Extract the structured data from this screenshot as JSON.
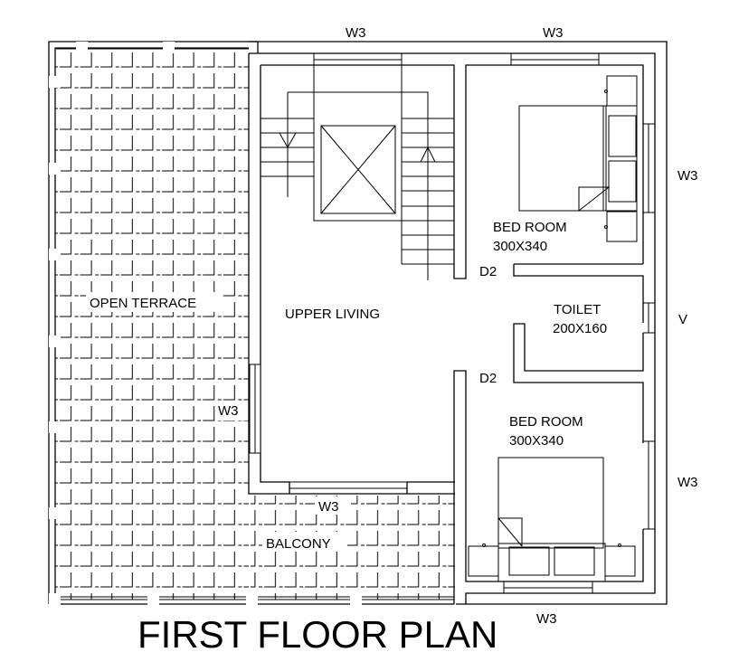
{
  "title": "FIRST FLOOR PLAN",
  "rooms": {
    "open_terrace": {
      "name": "OPEN TERRACE"
    },
    "upper_living": {
      "name": "UPPER LIVING"
    },
    "bedroom_1": {
      "name": "BED ROOM",
      "size": "300X340"
    },
    "toilet": {
      "name": "TOILET",
      "size": "200X160"
    },
    "bedroom_2": {
      "name": "BED ROOM",
      "size": "300X340"
    },
    "balcony": {
      "name": "BALCONY"
    }
  },
  "openings": {
    "window_top_stair": "W3",
    "window_top_bed1": "W3",
    "window_right_bed1": "W3",
    "ventilator_toilet": "V",
    "window_right_bed2": "W3",
    "window_bottom_bed2": "W3",
    "window_living_left": "W3",
    "window_living_bottom": "W3",
    "door_bed1": "D2",
    "door_bed2": "D2"
  },
  "colors": {
    "line": "#000000",
    "background": "#ffffff"
  }
}
